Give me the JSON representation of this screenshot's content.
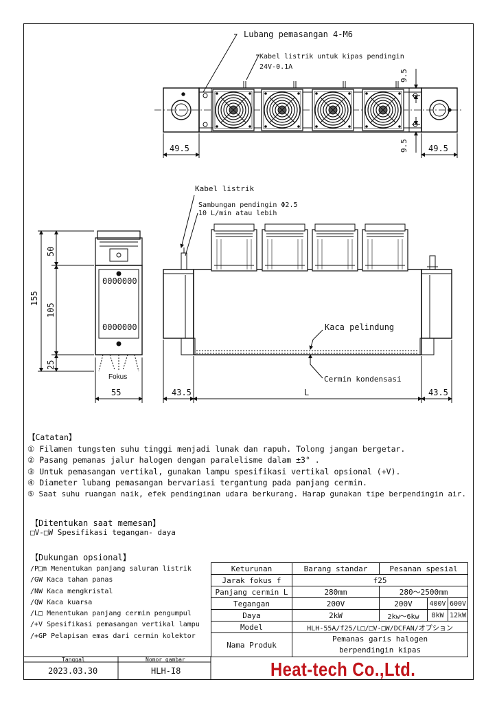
{
  "top_view": {
    "mounting_hole_label": "Lubang pemasangan  4-M6",
    "fan_cable_label": "Kabel listrik untuk kipas pendingin",
    "fan_cable_voltage": "24V-0.1A",
    "dim_left": "49.5",
    "dim_right": "49.5",
    "dim_top_offset": "9.5",
    "dim_bottom_offset": "9.5"
  },
  "front_view": {
    "power_cable_label": "Kabel listrik",
    "cooling_connection_label": "Sambungan pendingin Φ2.5",
    "flow_label": "10 L/min atau lebih",
    "protective_glass_label": "Kaca pelindung",
    "mirror_label": "Cermin kondensasi",
    "dim_left": "43.5",
    "dim_length": "L",
    "dim_right": "43.5"
  },
  "side_view": {
    "dim_total_height": "155",
    "dim_top": "50",
    "dim_middle": "105",
    "dim_bottom": "25",
    "dim_width": "55",
    "focus_label": "Fokus",
    "cell_code": "0000000"
  },
  "notes": {
    "heading": "【Catatan】",
    "items": [
      "① Filamen tungsten suhu tinggi menjadi lunak dan rapuh. Tolong jangan bergetar.",
      "② Pasang pemanas jalur halogen dengan paralelisme dalam ±3° .",
      "③ Untuk pemasangan vertikal, gunakan lampu spesifikasi vertikal opsional (+V).",
      "④ Diameter lubang pemasangan bervariasi tergantung pada panjang cermin.",
      "⑤ Saat suhu ruangan naik, efek pendinginan udara berkurang. Harap gunakan tipe berpendingin air."
    ]
  },
  "order_spec": {
    "heading": "【Ditentukan saat memesan】",
    "line": "□V-□W Spesifikasi tegangan- daya"
  },
  "options": {
    "heading": "【Dukungan opsional】",
    "items": [
      "/P□m Menentukan panjang saluran listrik",
      "/GW  Kaca tahan panas",
      "/NW  Kaca mengkristal",
      "/QW  Kaca kuarsa",
      "/L□  Menentukan panjang cermin pengumpul",
      " /+V  Spesifikasi pemasangan vertikal lampu",
      "/+GP  Pelapisan emas dari cermin kolektor"
    ]
  },
  "spec_table": {
    "header": [
      "Keturunan",
      "Barang standar",
      "Pesanan spesial"
    ],
    "focal_label": "Jarak fokus f",
    "focal_value": "f25",
    "mirror_label": "Panjang cermin L",
    "mirror_std": "280mm",
    "mirror_special": "280～2500mm",
    "voltage_label": "Tegangan",
    "voltage_std": "200V",
    "voltage_special": [
      "200V",
      "400V",
      "600V"
    ],
    "power_label": "Daya",
    "power_std": "2kW",
    "power_special": [
      "2kw～6kw",
      "8kW",
      "12kW"
    ],
    "model_label": "Model",
    "model_value": "HLH-55A/f25/L□/□V-□W/DCFAN/オプション",
    "product_label": "Nama Produk",
    "product_line1": "Pemanas garis halogen",
    "product_line2": "berpendingin kipas"
  },
  "title_block": {
    "date_label": "Tanggal",
    "date_value": "2023.03.30",
    "drawing_no_label": "Nomor gambar",
    "drawing_no_value": "HLH-I8",
    "company": "Heat-tech Co.,Ltd."
  },
  "colors": {
    "line": "#111111",
    "logo_red": "#c0141a"
  }
}
